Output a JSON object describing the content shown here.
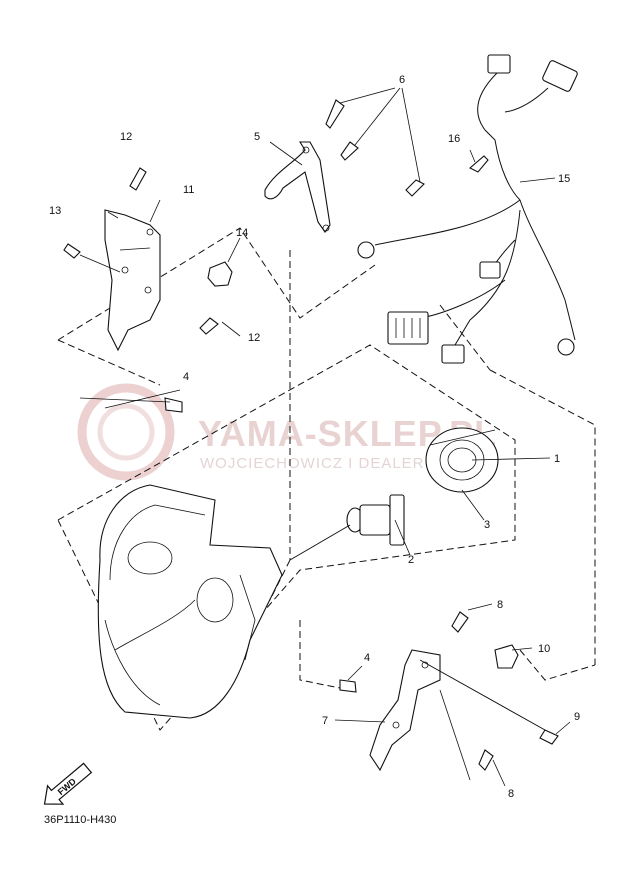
{
  "watermark": {
    "title": "YAMA-SKLEP.PL",
    "subtitle": "WOJCIECHOWICZ I DEALER YAMAHA"
  },
  "callouts": [
    "1",
    "2",
    "3",
    "4",
    "4",
    "5",
    "6",
    "7",
    "8",
    "8",
    "9",
    "10",
    "11",
    "12",
    "12",
    "13",
    "14",
    "15",
    "16"
  ],
  "fwd_label": "FWD",
  "diagram_code": "36P1110-H430"
}
